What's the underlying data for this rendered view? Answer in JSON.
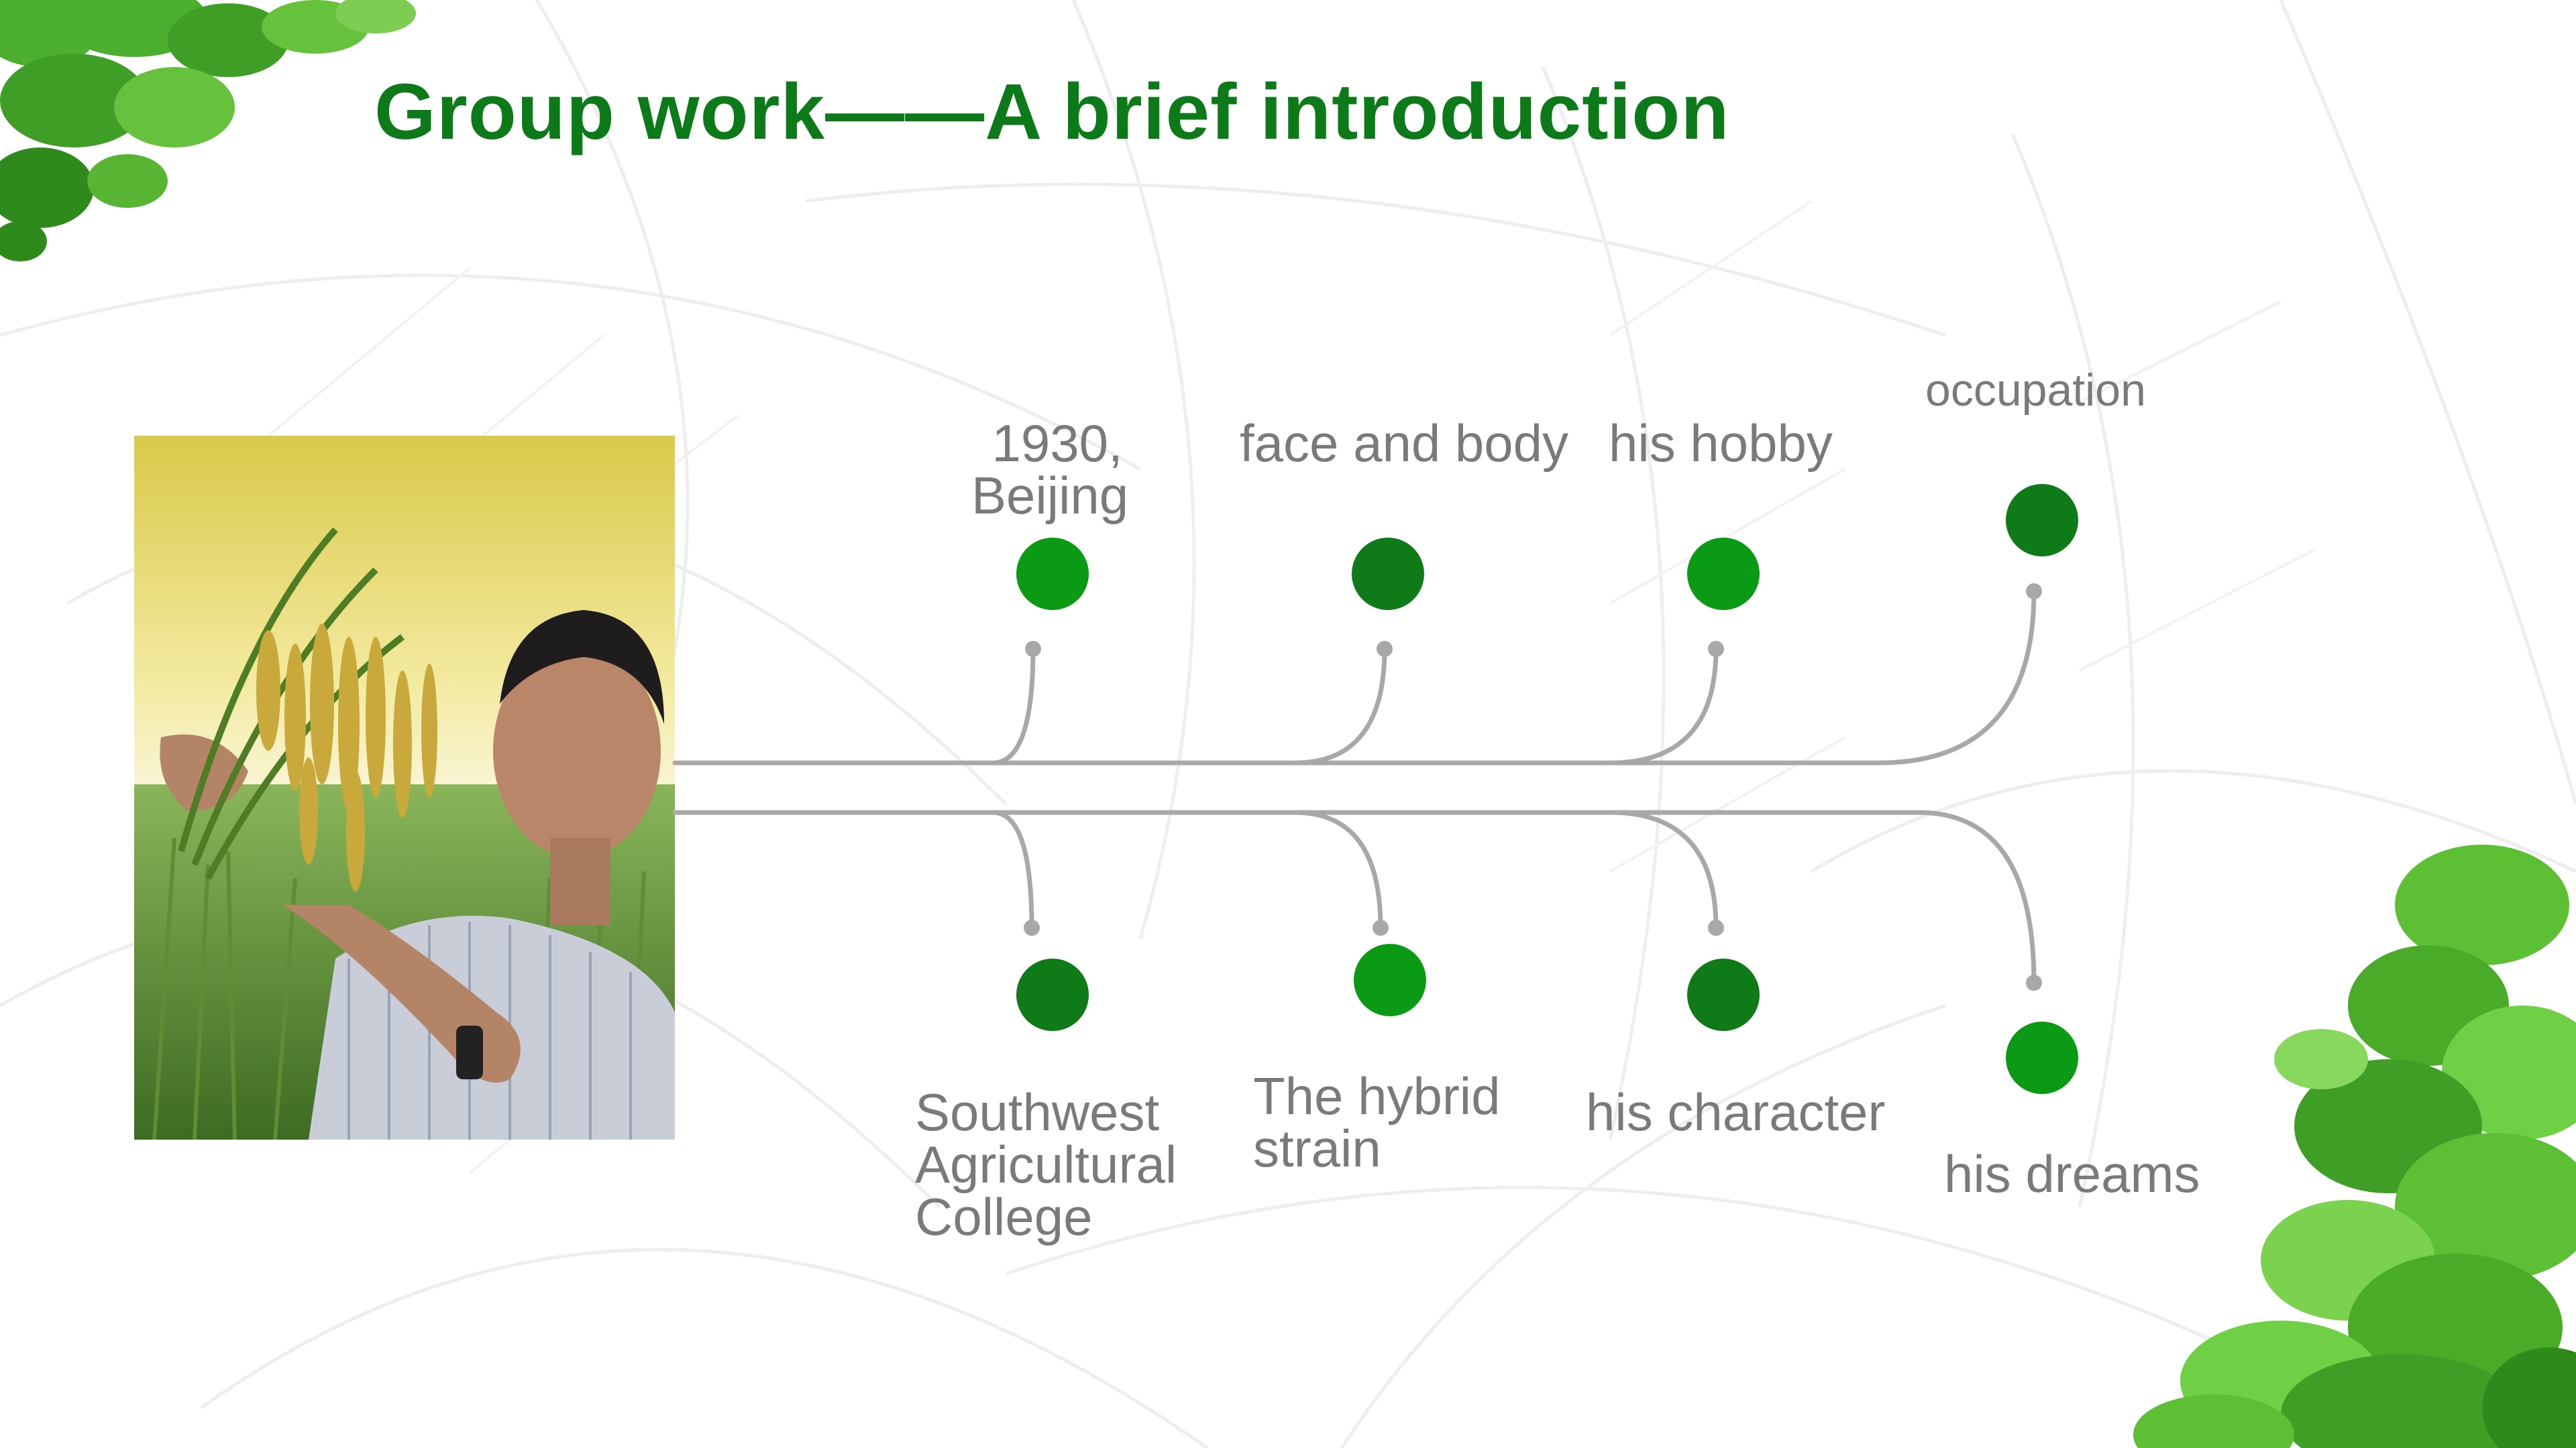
{
  "slide": {
    "title": "Group work——A brief introduction",
    "title_color": "#0d7a1a",
    "label_color": "#7a7a7a",
    "line_color": "#a8a8a8",
    "dot_colors": [
      "#0a9a14",
      "#0e7a18"
    ],
    "top_items": [
      {
        "label_lines": [
          "1930,",
          "Beijing"
        ]
      },
      {
        "label_lines": [
          "face and body"
        ]
      },
      {
        "label_lines": [
          "his hobby"
        ]
      },
      {
        "label_lines": [
          "occupation"
        ]
      }
    ],
    "bottom_items": [
      {
        "label_lines": [
          "Southwest",
          "Agricultural",
          "College"
        ]
      },
      {
        "label_lines": [
          "The hybrid",
          "strain"
        ]
      },
      {
        "label_lines": [
          "his character"
        ]
      },
      {
        "label_lines": [
          "his dreams"
        ]
      }
    ]
  }
}
